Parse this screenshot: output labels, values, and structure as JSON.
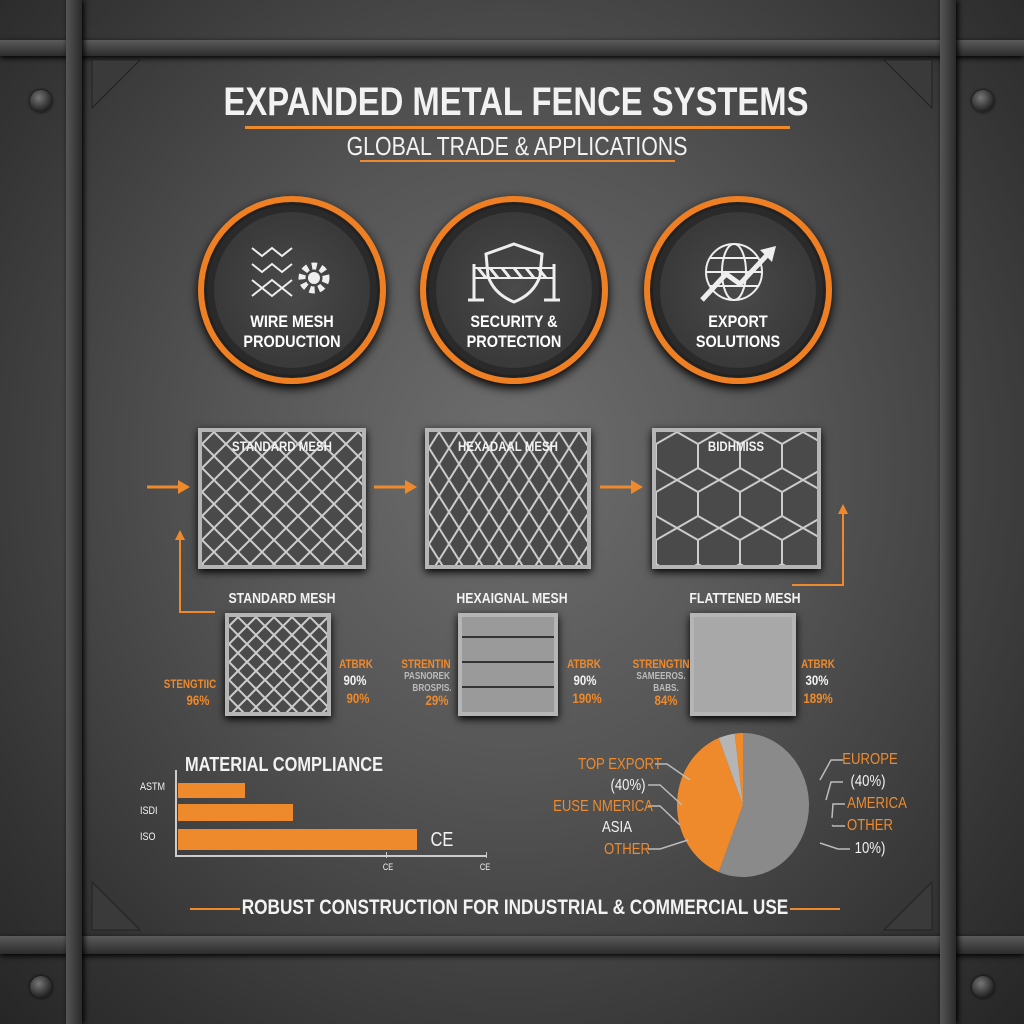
{
  "header": {
    "title": "EXPANDED METAL FENCE SYSTEMS",
    "subtitle": "GLOBAL TRADE & APPLICATIONS"
  },
  "features": [
    {
      "label1": "WIRE MESH",
      "label2": "PRODUCTION",
      "icon": "mesh-gear-icon"
    },
    {
      "label1": "SECURITY &",
      "label2": "PROTECTION",
      "icon": "shield-barrier-icon"
    },
    {
      "label1": "EXPORT",
      "label2": "SOLUTIONS",
      "icon": "globe-arrow-icon"
    }
  ],
  "top_panels": [
    {
      "label": "STANDARD MESH",
      "pattern": "diamond"
    },
    {
      "label": "HEXADAAL MESH",
      "pattern": "diamond-elongated"
    },
    {
      "label": "BIDHMISS",
      "pattern": "hexagon"
    }
  ],
  "mesh_types": [
    {
      "label": "STANDARD MESH",
      "left_label": "STENGTIIC",
      "left_value": "96%",
      "right_label": "ATBRK",
      "right_value1": "90%",
      "right_value2": "90%"
    },
    {
      "label": "HEXAIGNAL MESH",
      "left_label": "STRENTIN",
      "left_sub1": "PASNOREK",
      "left_sub2": "BROSPIS.",
      "left_value": "29%",
      "right_label": "ATBRK",
      "right_value1": "90%",
      "right_value2": "190%"
    },
    {
      "label": "FLATTENED MESH",
      "left_label": "STRENGTIN",
      "left_sub1": "SAMEEROS.",
      "left_sub2": "BABS.",
      "left_value": "84%",
      "right_label": "ATBRK",
      "right_value1": "30%",
      "right_value2": "189%"
    }
  ],
  "compliance": {
    "title": "MATERIAL COMPLIANCE",
    "categories": [
      "ASTM",
      "ISDI",
      "ISO"
    ],
    "values": [
      1.4,
      2.4,
      5.0
    ],
    "mark": "CE",
    "tick_labels": [
      "CE",
      "CE"
    ]
  },
  "pie": {
    "slices": [
      {
        "value": 56,
        "color": "#8a8a8a"
      },
      {
        "value": 38,
        "color": "#ee8a2c"
      },
      {
        "value": 4,
        "color": "#b5b5b5"
      },
      {
        "value": 2,
        "color": "#ee8a2c"
      }
    ],
    "left_labels": [
      "TOP EXPORT",
      "(40%)",
      "EUSE NMERICA",
      "ASIA",
      "OTHER"
    ],
    "right_labels": [
      "EUROPE",
      "(40%)",
      "AMERICA",
      "OTHER",
      "10%)"
    ]
  },
  "footer": {
    "text": "ROBUST CONSTRUCTION FOR INDUSTRIAL & COMMERCIAL USE"
  },
  "colors": {
    "accent": "#ee8a2c",
    "background": "#555555"
  }
}
